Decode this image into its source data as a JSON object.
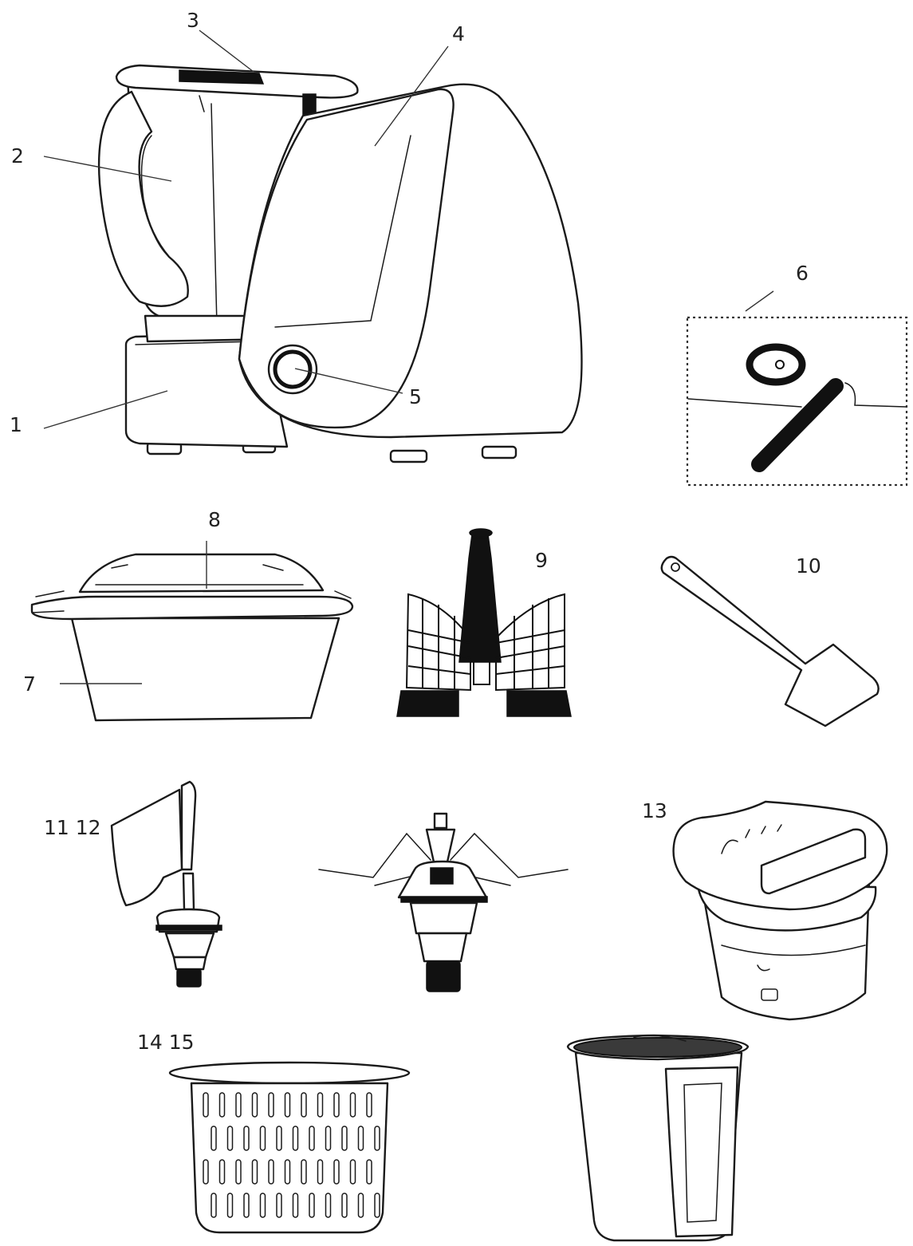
{
  "labels": {
    "l1": "1",
    "l2": "2",
    "l3": "3",
    "l4": "4",
    "l5": "5",
    "l6": "6",
    "l7": "7",
    "l8": "8",
    "l9": "9",
    "l10": "10",
    "l11_12": "11 12",
    "l13": "13",
    "l14_15": "14 15"
  },
  "colors": {
    "ink": "#1a1a1a",
    "background": "#ffffff"
  }
}
